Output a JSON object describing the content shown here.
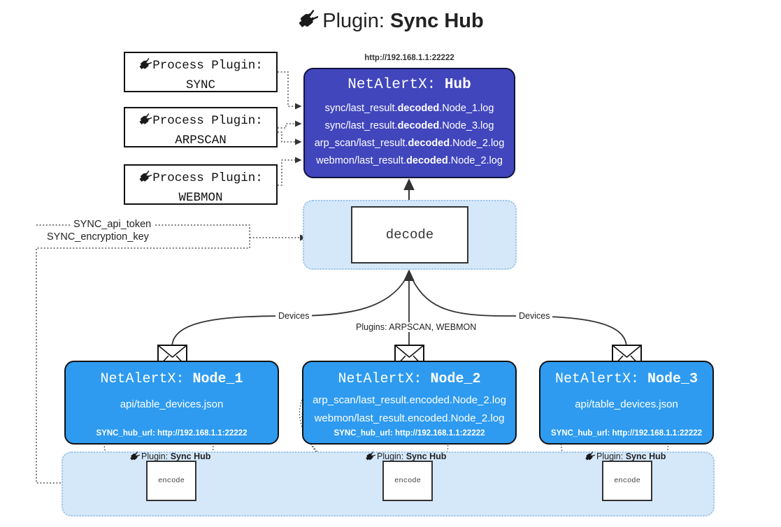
{
  "title": {
    "prefix": "Plugin:",
    "name": "Sync Hub",
    "icon": "plug-icon"
  },
  "process_plugins": [
    {
      "label": "Process Plugin:",
      "name": "SYNC",
      "icon": "plug-icon"
    },
    {
      "label": "Process Plugin:",
      "name": "ARPSCAN",
      "icon": "plug-icon"
    },
    {
      "label": "Process Plugin:",
      "name": "WEBMON",
      "icon": "plug-icon"
    }
  ],
  "hub": {
    "url": "http://192.168.1.1:22222",
    "app": "NetAlertX:",
    "name": "Hub",
    "files": [
      {
        "pre": "sync/last_result.",
        "em": "decoded",
        "post": ".Node_1.log"
      },
      {
        "pre": "sync/last_result.",
        "em": "decoded",
        "post": ".Node_3.log"
      },
      {
        "pre": "arp_scan/last_result.",
        "em": "decoded",
        "post": ".Node_2.log"
      },
      {
        "pre": "webmon/last_result.",
        "em": "decoded",
        "post": ".Node_2.log"
      }
    ]
  },
  "decode": {
    "label": "decode"
  },
  "keys": {
    "api_token": "SYNC_api_token",
    "encryption_key": "SYNC_encryption_key"
  },
  "edge_labels": {
    "devices_left": "Devices",
    "devices_right": "Devices",
    "plugins_center": "Plugins: ARPSCAN, WEBMON"
  },
  "nodes": [
    {
      "app": "NetAlertX:",
      "name": "Node_1",
      "lines": [
        "api/table_devices.json"
      ],
      "hub_url_label": "SYNC_hub_url: http://192.168.1.1:22222",
      "mail_icon": "envelope-icon"
    },
    {
      "app": "NetAlertX:",
      "name": "Node_2",
      "lines": [
        "arp_scan/last_result.encoded.Node_2.log",
        "webmon/last_result.encoded.Node_2.log"
      ],
      "hub_url_label": "SYNC_hub_url: http://192.168.1.1:22222",
      "mail_icon": "envelope-icon"
    },
    {
      "app": "NetAlertX:",
      "name": "Node_3",
      "lines": [
        "api/table_devices.json"
      ],
      "hub_url_label": "SYNC_hub_url: http://192.168.1.1:22222",
      "mail_icon": "envelope-icon"
    }
  ],
  "encoders": [
    {
      "plugin_prefix": "Plugin:",
      "plugin_name": "Sync Hub",
      "label": "encode",
      "icon": "plug-icon"
    },
    {
      "plugin_prefix": "Plugin:",
      "plugin_name": "Sync Hub",
      "label": "encode",
      "icon": "plug-icon"
    },
    {
      "plugin_prefix": "Plugin:",
      "plugin_name": "Sync Hub",
      "label": "encode",
      "icon": "plug-icon"
    }
  ],
  "colors": {
    "hub_fill": "#4146bd",
    "node_fill": "#2e9bf0",
    "container_fill": "#d5e8fa",
    "container_border": "#9dc3e6",
    "stroke": "#333333"
  }
}
